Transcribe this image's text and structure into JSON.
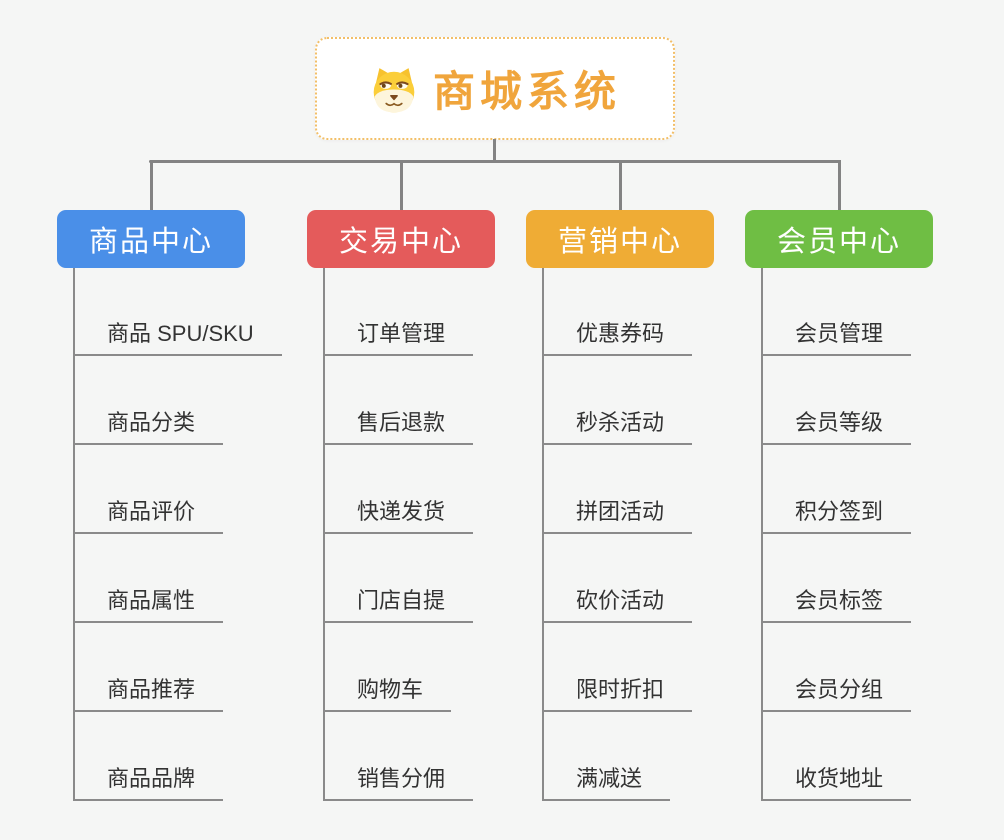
{
  "root": {
    "title": "商城系统",
    "icon": "shiba-dog-icon"
  },
  "branches": [
    {
      "label": "商品中心",
      "color": "#4A8FE8",
      "children": [
        "商品 SPU/SKU",
        "商品分类",
        "商品评价",
        "商品属性",
        "商品推荐",
        "商品品牌"
      ]
    },
    {
      "label": "交易中心",
      "color": "#E45B5B",
      "children": [
        "订单管理",
        "售后退款",
        "快递发货",
        "门店自提",
        "购物车",
        "销售分佣"
      ]
    },
    {
      "label": "营销中心",
      "color": "#EFAC35",
      "children": [
        "优惠券码",
        "秒杀活动",
        "拼团活动",
        "砍价活动",
        "限时折扣",
        "满减送"
      ]
    },
    {
      "label": "会员中心",
      "color": "#6FBE44",
      "children": [
        "会员管理",
        "会员等级",
        "积分签到",
        "会员标签",
        "会员分组",
        "收货地址"
      ]
    }
  ],
  "colors": {
    "background": "#F5F6F5",
    "connector": "#838383",
    "branch_line": "#8A8A8A",
    "root_border": "#F2BF68",
    "root_text": "#F0A53C",
    "leaf_text": "#333333"
  }
}
